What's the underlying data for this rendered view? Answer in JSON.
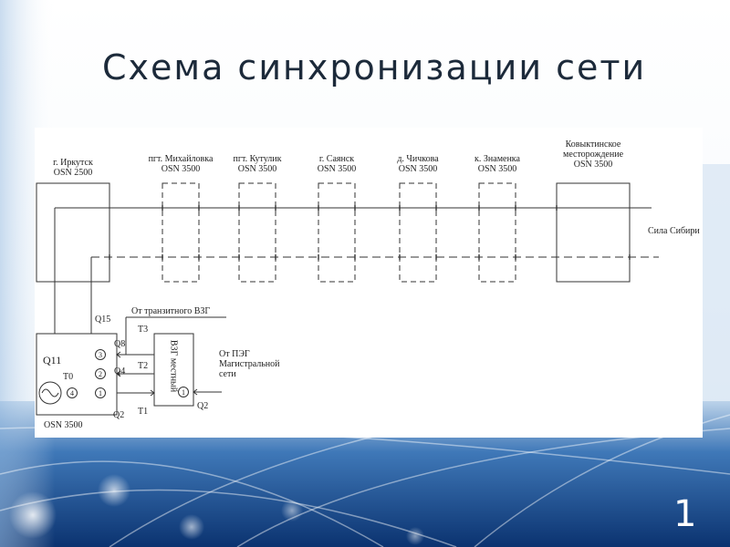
{
  "slide": {
    "title": "Схема синхронизации сети",
    "number": "1"
  },
  "colors": {
    "title": "#1c2a3a",
    "background_dark": "#0a3a78",
    "background_light": "#dfe9f4",
    "line": "#333333"
  },
  "diagram": {
    "stations": [
      {
        "line1": "г. Иркутск",
        "line2": "OSN 2500",
        "type": "solid"
      },
      {
        "line1": "пгт. Михайловка",
        "line2": "OSN 3500",
        "type": "dashed"
      },
      {
        "line1": "пгт. Кутулик",
        "line2": "OSN 3500",
        "type": "dashed"
      },
      {
        "line1": "г. Саянск",
        "line2": "OSN 3500",
        "type": "dashed"
      },
      {
        "line1": "д. Чичкова",
        "line2": "OSN 3500",
        "type": "dashed"
      },
      {
        "line1": "к. Знаменка",
        "line2": "OSN 3500",
        "type": "dashed"
      },
      {
        "line1": "Ковыктинское",
        "line2": "месторождение",
        "line3": "OSN 3500",
        "type": "solid"
      }
    ],
    "line_end_label": "Сила Сибири",
    "transit_label": "От транзитного ВЗГ",
    "local_block_label": "ВЗГ местный",
    "peg_label": {
      "line1": "От ПЭГ",
      "line2": "Магистральной",
      "line3": "сети"
    },
    "osn_label": "OSN 3500",
    "ports": {
      "q11": "Q11",
      "q15": "Q15",
      "q8": "Q8",
      "q4": "Q4",
      "q2_left": "Q2",
      "q2_right": "Q2",
      "t0": "T0",
      "t1": "T1",
      "t2": "T2",
      "t3": "T3"
    },
    "circled": {
      "c1": "1",
      "c2": "2",
      "c3": "3",
      "c4": "4",
      "c_local": "1"
    }
  }
}
